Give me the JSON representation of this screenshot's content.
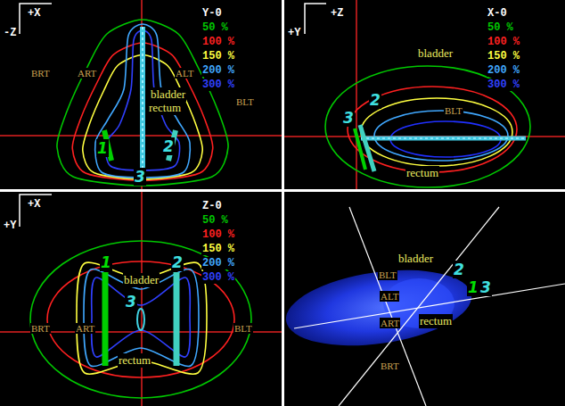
{
  "diagram": {
    "labels": [
      "+X",
      "-Z",
      "Y-0",
      "50 %",
      "100 %",
      "150 %",
      "200 %",
      "300 %",
      "BRT",
      "ART",
      "ALT",
      "BLT",
      "bladder",
      "rectum",
      "1",
      "2",
      "3",
      "+Z",
      "+Y",
      "X-0",
      "50 %",
      "100 %",
      "150 %",
      "200 %",
      "300 %",
      "bladder",
      "BLT",
      "3",
      "2",
      "rectum",
      "+X",
      "+Y",
      "Z-0",
      "50 %",
      "100 %",
      "150 %",
      "200 %",
      "300 %",
      "bladder",
      "1",
      "2",
      "3",
      "BRT",
      "ART",
      "BLT",
      "rectum",
      "bladder",
      "2",
      "1",
      "3",
      "BLT",
      "ALT",
      "ART",
      "rectum",
      "BRT"
    ]
  }
}
